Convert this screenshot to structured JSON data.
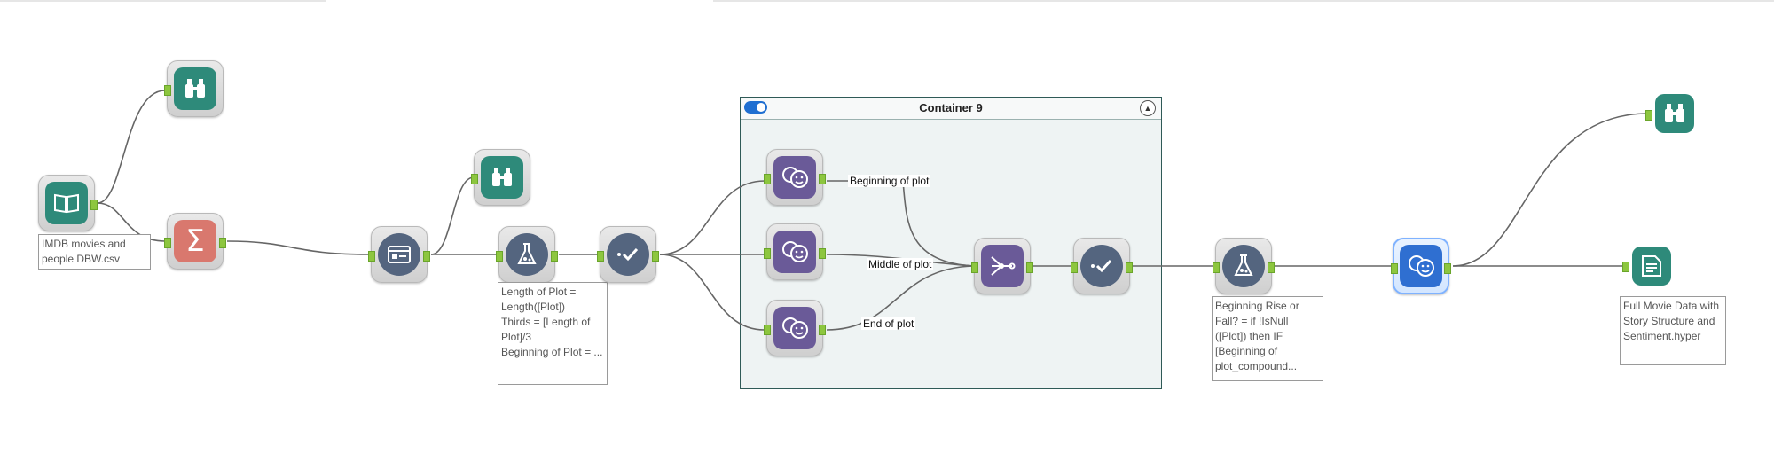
{
  "canvas": {
    "annotations": {
      "input_file": "IMDB movies and people DBW.csv",
      "formula_1": "Length of Plot = Length([Plot])\nThirds = [Length of Plot]/3\nBeginning of Plot = ...",
      "formula_2": "Beginning Rise or Fall? = if !IsNull ([Plot]) then IF [Beginning of plot_compound...",
      "output_file": "Full Movie Data with Story Structure and Sentiment.hyper"
    },
    "container": {
      "title": "Container 9",
      "collapse_symbol": "▲",
      "labels": {
        "beginning": "Beginning of plot",
        "middle": "Middle of plot",
        "end": "End of plot"
      }
    }
  },
  "colors": {
    "teal": "#2e8a7a",
    "salmon": "#d9786e",
    "slate": "#54657f",
    "purple": "#6a5a98",
    "blue": "#2f6fd1"
  },
  "icons": {
    "input": "book-icon",
    "browse": "binoculars-icon",
    "summarize": "sigma-icon",
    "select": "window-icon",
    "formula": "flask-icon",
    "filter": "checkmark-icon",
    "sentiment": "sentiment-faces-icon",
    "join": "join-icon",
    "output": "document-icon"
  }
}
